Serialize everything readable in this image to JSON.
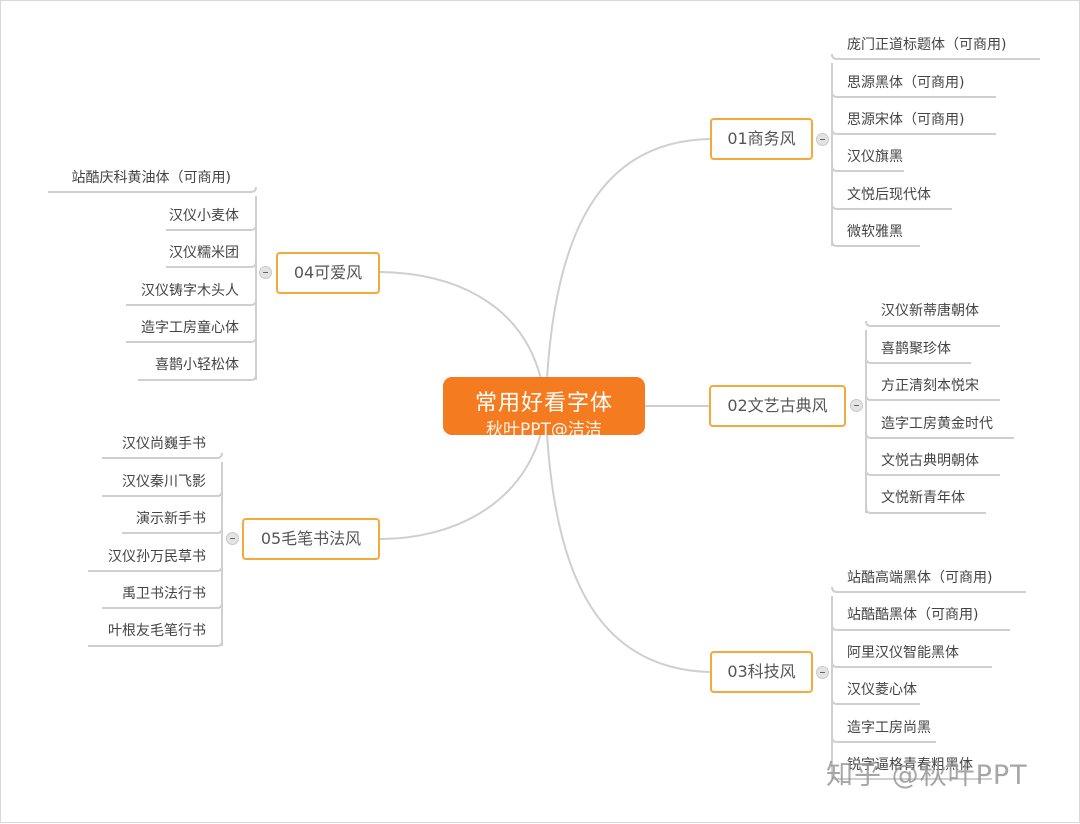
{
  "root": {
    "title": "常用好看字体",
    "watermark": "秋叶PPT@洁洁"
  },
  "branches": [
    {
      "key": "b01",
      "label": "01商务风",
      "items": [
        "庞门正道标题体（可商用)",
        "思源黑体（可商用)",
        "思源宋体（可商用)",
        "汉仪旗黑",
        "文悦后现代体",
        "微软雅黑"
      ]
    },
    {
      "key": "b02",
      "label": "02文艺古典风",
      "items": [
        "汉仪新蒂唐朝体",
        "喜鹊聚珍体",
        "方正清刻本悦宋",
        "造字工房黄金时代",
        "文悦古典明朝体",
        "文悦新青年体"
      ]
    },
    {
      "key": "b03",
      "label": "03科技风",
      "items": [
        "站酷高端黑体（可商用)",
        "站酷酷黑体（可商用)",
        "阿里汉仪智能黑体",
        "汉仪菱心体",
        "造字工房尚黑",
        "锐字逼格青春粗黑体"
      ]
    },
    {
      "key": "b04",
      "label": "04可爱风",
      "items": [
        "站酷庆科黄油体（可商用)",
        "汉仪小麦体",
        "汉仪糯米团",
        "汉仪铸字木头人",
        "造字工房童心体",
        "喜鹊小轻松体"
      ]
    },
    {
      "key": "b05",
      "label": "05毛笔书法风",
      "items": [
        "汉仪尚巍手书",
        "汉仪秦川飞影",
        "演示新手书",
        "汉仪孙万民草书",
        "禹卫书法行书",
        "叶根友毛笔行书"
      ]
    }
  ],
  "credit": "知乎 @秋叶PPT",
  "colors": {
    "root": "#f47b20",
    "branch_border": "#f4a93a",
    "link": "#cfcfcf"
  }
}
